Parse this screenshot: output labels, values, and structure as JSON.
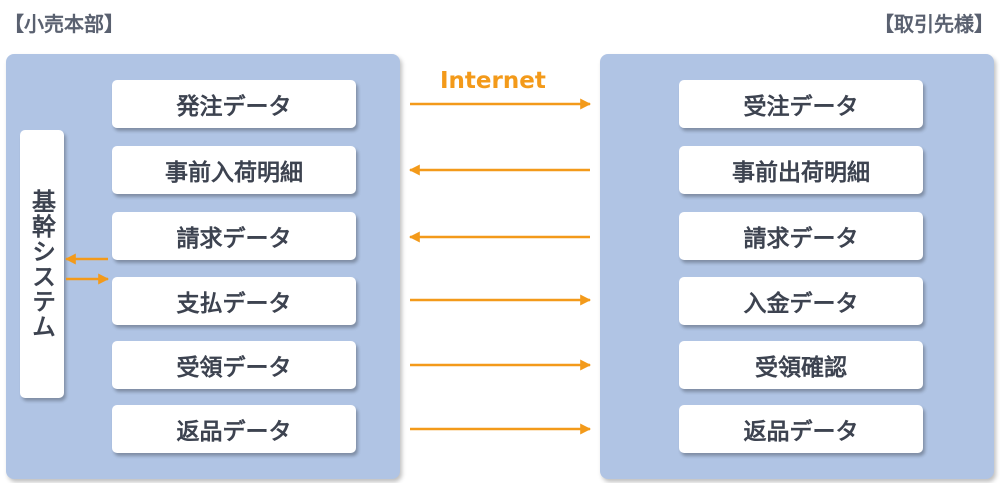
{
  "colors": {
    "panel": "#b0c4e4",
    "box": "#ffffff",
    "text": "#3d4350",
    "header_text": "#5a6170",
    "arrow": "#f39a1a"
  },
  "left_section": {
    "title": "【小売本部】",
    "system_label": "基幹システム",
    "items": [
      "発注データ",
      "事前入荷明細",
      "請求データ",
      "支払データ",
      "受領データ",
      "返品データ"
    ]
  },
  "right_section": {
    "title": "【取引先様】",
    "items": [
      "受注データ",
      "事前出荷明細",
      "請求データ",
      "入金データ",
      "受領確認",
      "返品データ"
    ]
  },
  "channel_label": "Internet",
  "flows": [
    "right",
    "left",
    "left",
    "right",
    "right",
    "right"
  ],
  "system_links": [
    {
      "between": "基幹システム / 請求データ",
      "direction": "to-system"
    },
    {
      "between": "基幹システム / 支払データ",
      "direction": "from-system"
    }
  ]
}
